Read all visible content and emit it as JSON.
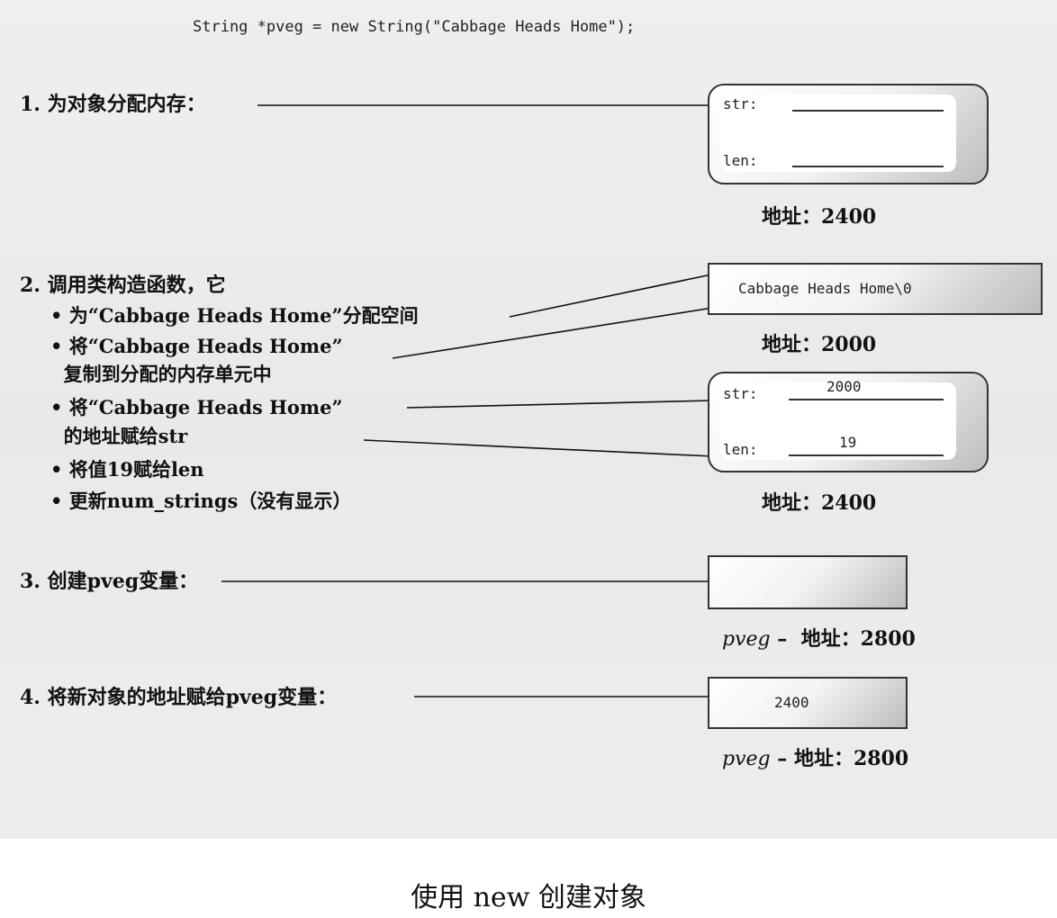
{
  "code_line": "String *pveg = new String(\"Cabbage Heads Home\");",
  "step1": {
    "label": "1. 为对象分配内存：",
    "field_str": "str:",
    "field_len": "len:",
    "address": "地址：2400"
  },
  "step2": {
    "label": "2. 调用类构造函数，它",
    "bullets": [
      "• 为“Cabbage Heads Home”分配空间",
      "• 将“Cabbage Heads Home”",
      "  复制到分配的内存单元中",
      "• 将“Cabbage Heads Home”",
      "  的地址赋给str",
      "• 将值19赋给len",
      "• 更新num_strings（没有显示）"
    ],
    "string_box": "Cabbage Heads Home\\0",
    "string_address": "地址：2000",
    "field_str": "str:",
    "str_value": "2000",
    "field_len": "len:",
    "len_value": "19",
    "object_address": "地址：2400"
  },
  "step3": {
    "label": "3. 创建pveg变量：",
    "var_name": "pveg",
    "address": " –  地址：2800"
  },
  "step4": {
    "label": "4. 将新对象的地址赋给pveg变量：",
    "value": "2400",
    "var_name": "pveg",
    "address": " – 地址：2800"
  },
  "caption": "使用 new 创建对象"
}
